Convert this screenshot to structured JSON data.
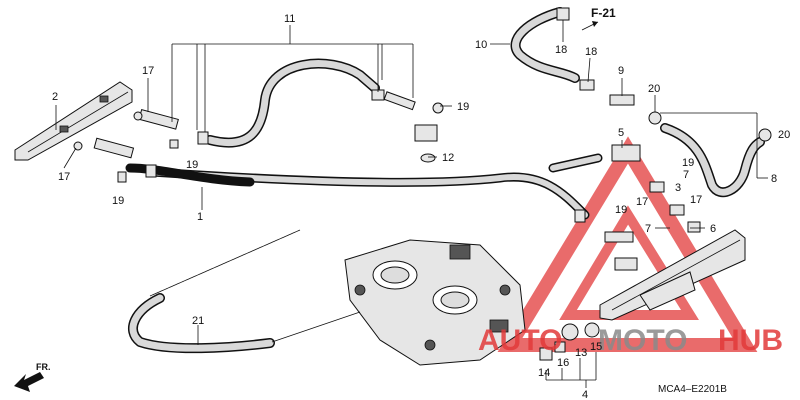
{
  "diagram": {
    "reference": "F-21",
    "code": "MCA4–E2201B",
    "direction_label": "FR.",
    "callouts": [
      "1",
      "2",
      "3",
      "4",
      "5",
      "6",
      "7",
      "8",
      "9",
      "10",
      "11",
      "12",
      "13",
      "14",
      "15",
      "16",
      "17",
      "18",
      "19",
      "20",
      "21"
    ],
    "watermark": {
      "left": "AUTO",
      "middle": "MOTO",
      "right": "HUB"
    }
  },
  "colors": {
    "watermark_red": "#e23a3a",
    "watermark_gray": "#8a8a8a",
    "line": "#111111"
  },
  "labels": {
    "n1": "1",
    "n2": "2",
    "n3": "3",
    "n4": "4",
    "n5": "5",
    "n6": "6",
    "n7a": "7",
    "n7b": "7",
    "n8": "8",
    "n9": "9",
    "n10": "10",
    "n11": "11",
    "n12": "12",
    "n13": "13",
    "n14": "14",
    "n15": "15",
    "n16": "16",
    "n17a": "17",
    "n17b": "17",
    "n17c": "17",
    "n17d": "17",
    "n18a": "18",
    "n18b": "18",
    "n19a": "19",
    "n19b": "19",
    "n19c": "19",
    "n19d": "19",
    "n19e": "19",
    "n20a": "20",
    "n20b": "20",
    "n21": "21"
  }
}
